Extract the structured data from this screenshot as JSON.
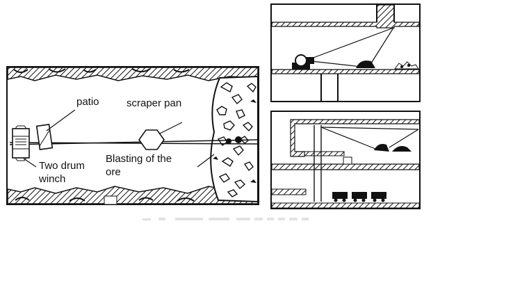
{
  "labels": {
    "patio": "patio",
    "scraper_pan": "scraper pan",
    "two_drum_line1": "Two drum",
    "two_drum_line2": "winch",
    "blasting_line1": "Blasting of the",
    "blasting_line2": "ore"
  },
  "colors": {
    "ink": "#111111",
    "paper": "#ffffff",
    "caption": "#d8d8d8"
  }
}
